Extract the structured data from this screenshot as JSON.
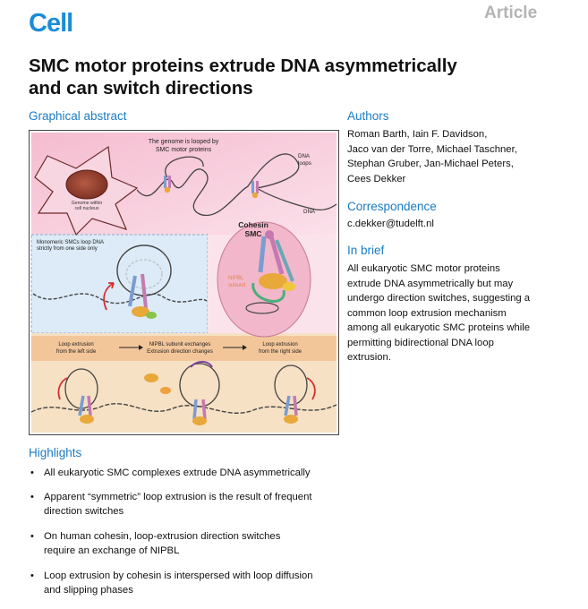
{
  "journal": {
    "logo": "Cell",
    "article_type": "Article"
  },
  "title_line1": "SMC motor proteins extrude DNA asymmetrically",
  "title_line2": "and can switch directions",
  "graphical_abstract": {
    "heading": "Graphical abstract",
    "genome_caption": [
      "The genome is looped by",
      "SMC motor proteins"
    ],
    "nucleus_label": [
      "Genome within",
      "cell nucleus"
    ],
    "dna_loops_label": [
      "DNA",
      "loops"
    ],
    "dna_label": "DNA",
    "cohesin_label": [
      "Cohesin",
      "SMC"
    ],
    "nipbl_label": [
      "NIPBL",
      "subunit"
    ],
    "monomeric_caption": [
      "Monomeric SMCs loop DNA",
      "strictly from one side only"
    ],
    "flow_left": [
      "Loop extrusion",
      "from the left side"
    ],
    "flow_middle": [
      "NIPBL subunit exchanges",
      "Extrusion direction changes"
    ],
    "flow_right": [
      "Loop extrusion",
      "from the right side"
    ]
  },
  "authors": {
    "heading": "Authors",
    "lines": [
      "Roman Barth, Iain F. Davidson,",
      "Jaco van der Torre, Michael Taschner,",
      "Stephan Gruber, Jan-Michael Peters,",
      "Cees Dekker"
    ]
  },
  "correspondence": {
    "heading": "Correspondence",
    "email": "c.dekker@tudelft.nl"
  },
  "in_brief": {
    "heading": "In brief",
    "lines": [
      "All eukaryotic SMC motor proteins",
      "extrude DNA asymmetrically but may",
      "undergo direction switches, suggesting a",
      "common loop extrusion mechanism",
      "among all eukaryotic SMC proteins while",
      "permitting bidirectional DNA loop",
      "extrusion."
    ]
  },
  "highlights": {
    "heading": "Highlights",
    "bullet": "•",
    "items": [
      {
        "lines": [
          "All eukaryotic SMC complexes extrude DNA asymmetrically"
        ]
      },
      {
        "lines": [
          "Apparent “symmetric” loop extrusion is the result of frequent",
          "direction switches"
        ]
      },
      {
        "lines": [
          "On human cohesin, loop-extrusion direction switches",
          "require an exchange of NIPBL"
        ]
      },
      {
        "lines": [
          "Loop extrusion by cohesin is interspersed with loop diffusion",
          "and slipping phases"
        ]
      }
    ]
  },
  "colors": {
    "brand_blue": "#1a8dd6",
    "section_blue": "#1a7cc4",
    "article_gray": "#b4b4b4",
    "panel_pink": "#f7c6d8",
    "panel_blue": "#dcebf7",
    "panel_peach": "#f6e1c4",
    "arrow_band": "#f3c69a"
  }
}
